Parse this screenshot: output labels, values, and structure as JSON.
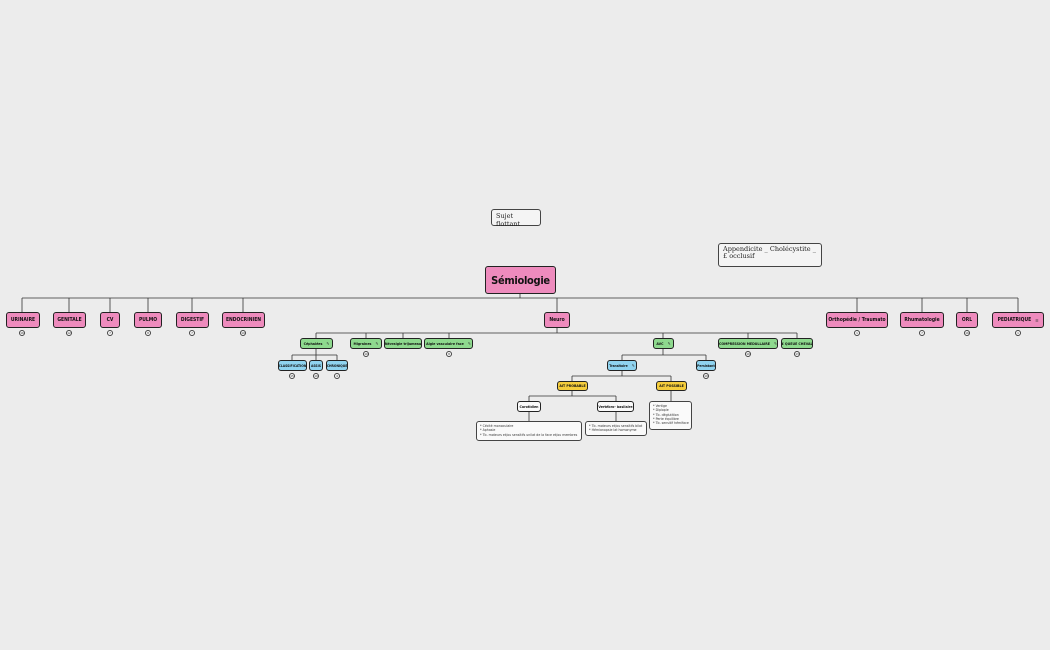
{
  "colors": {
    "background": "#ececec",
    "main_topic": "#ee8bbd",
    "neuro_subtopic": "#8ed98e",
    "detail_blue": "#8fd3ef",
    "avc_status_yellow": "#f5cd3c"
  },
  "floating_topics": {
    "sujet": "Sujet flottant",
    "appendicite": "Appendicite _ Cholécystite _ £ occlusif"
  },
  "root": {
    "label": "Sémiologie"
  },
  "main_topics": [
    {
      "label": "URINAIRE",
      "count": "16"
    },
    {
      "label": "GENITALE",
      "count": "12"
    },
    {
      "label": "CV",
      "count": "7"
    },
    {
      "label": "PULMO",
      "count": "8"
    },
    {
      "label": "DIGESTIF",
      "count": "7"
    },
    {
      "label": "ENDOCRINIEN",
      "count": "10"
    },
    {
      "label": "Neuro",
      "count": ""
    },
    {
      "label": "Orthopédie / Traumato",
      "count": "1"
    },
    {
      "label": "Rhumatologie",
      "count": "7"
    },
    {
      "label": "ORL",
      "count": "16"
    },
    {
      "label": "PEDIATRIQUE",
      "count": "1"
    }
  ],
  "neuro": {
    "cephalees": {
      "label": "Céphalées",
      "icon": "note-icon"
    },
    "cephalees_children": [
      {
        "label": "CLASSIFICATION",
        "count": "15"
      },
      {
        "label": "ASSIS",
        "count": "10"
      },
      {
        "label": "CHRONIQUE",
        "count": "4"
      }
    ],
    "migraines": {
      "label": "Migraines",
      "count": "10"
    },
    "nevralgie": {
      "label": "Névralgie trijumeau"
    },
    "algie": {
      "label": "Algie vasculaire face",
      "count": "8"
    },
    "avc": {
      "label": "AVC",
      "icon": "note-icon"
    },
    "compression": {
      "label": "COMPRESSION MEDULLAIRE",
      "count": "10"
    },
    "queue": {
      "label": "£ QUEUE CHEVAL",
      "count": "13"
    },
    "transitoire": {
      "label": "Transitoire"
    },
    "persistant": {
      "label": "Persistant",
      "count": "10"
    },
    "ait_probable": {
      "label": "AIT PROBABLE"
    },
    "ait_possible": {
      "label": "AIT POSSIBLE"
    },
    "carotidien": {
      "label": "Carotidien"
    },
    "vertebro": {
      "label": "Vertébro- basilaire"
    },
    "note_carotidien": [
      "* Cécité monoculaire",
      "* Aphasie",
      "* Tb. moteurs et/ou sensitifs unilat de la face et/ou membres"
    ],
    "note_vertebro": [
      "* Tb. moteurs et/ou sensitifs bilat",
      "* Hémianopsie lat homonyme"
    ],
    "note_possible": [
      "* Vertige",
      "* Diplopie",
      "* Tb. déglutition",
      "* Perte équilibre",
      "* Tb. sensitif hémiface"
    ]
  }
}
